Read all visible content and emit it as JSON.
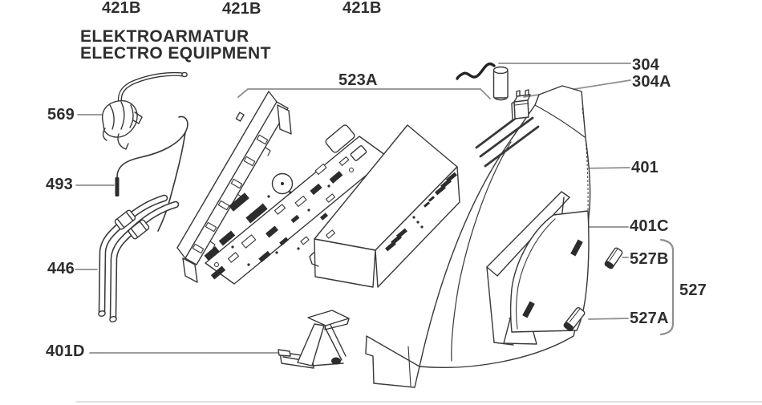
{
  "title": {
    "line1": "ELEKTROARMATUR",
    "line2": "ELECTRO EQUIPMENT"
  },
  "labels": {
    "l421b_a": "421B",
    "l421b_b": "421B",
    "l421b_c": "421B",
    "l523a": "523A",
    "l569": "569",
    "l493": "493",
    "l446": "446",
    "l401d": "401D",
    "l304": "304",
    "l304a": "304A",
    "l401": "401",
    "l401c": "401C",
    "l527b": "527B",
    "l527": "527",
    "l527a": "527A"
  },
  "colors": {
    "ink": "#383838",
    "leader": "#8f8f8f",
    "text": "#2e2e2e",
    "background": "#ffffff"
  }
}
